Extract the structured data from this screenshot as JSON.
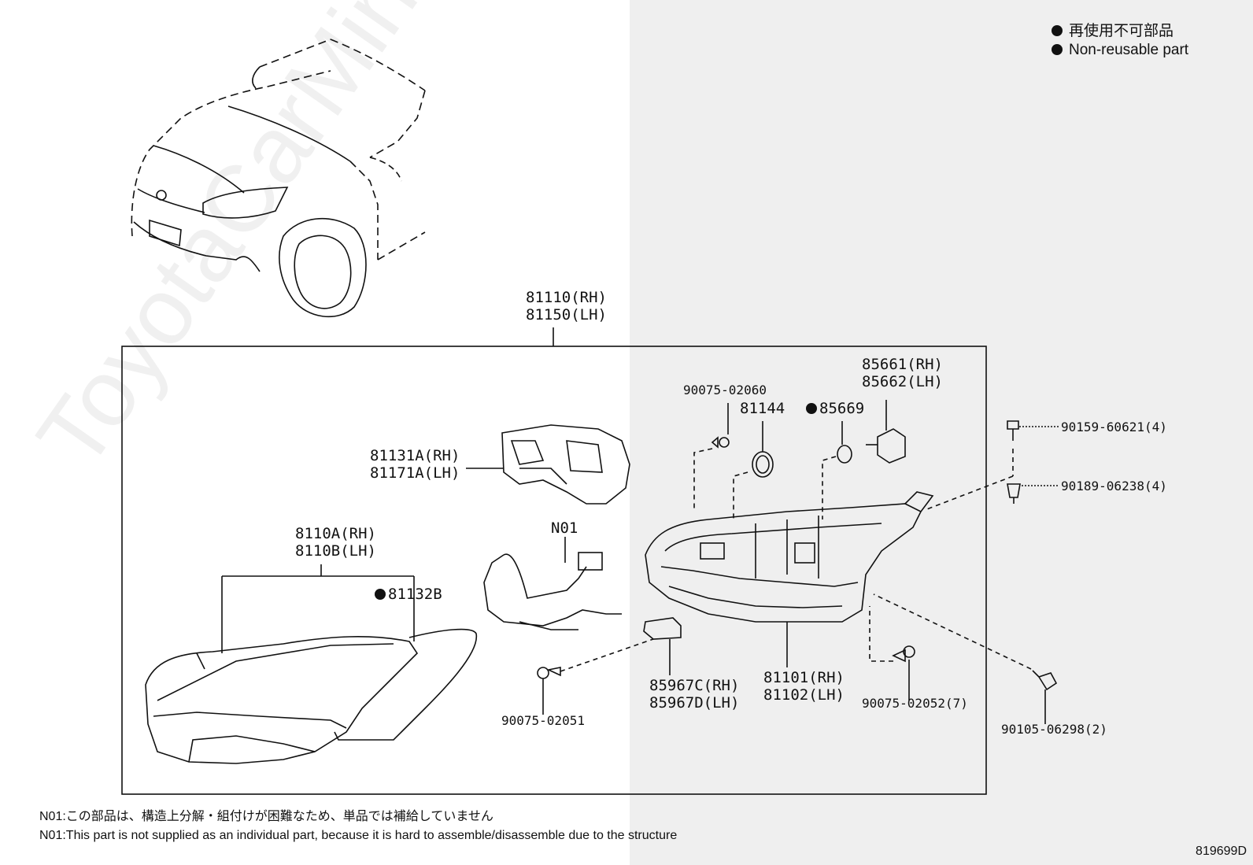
{
  "legend": {
    "line1": "再使用不可部品",
    "line2": "Non-reusable part"
  },
  "labels": {
    "assembly_rh": "81110(RH)",
    "assembly_lh": "81150(LH)",
    "housing_rh": "81131A(RH)",
    "housing_lh": "81171A(LH)",
    "lens_rh": "8110A(RH)",
    "lens_lh": "8110B(LH)",
    "gasket": "81132B",
    "wire": "N01",
    "screw_top": "90075-02060",
    "cap": "81144",
    "oring": "85669",
    "socket_rh": "85661(RH)",
    "socket_lh": "85662(LH)",
    "bolt_top": "90159-60621(4)",
    "nut_clip": "90189-06238(4)",
    "body_rh": "81101(RH)",
    "body_lh": "81102(LH)",
    "screw_mid": "90075-02052(7)",
    "bolt_side": "90105-06298(2)",
    "module_rh": "85967C(RH)",
    "module_lh": "85967D(LH)",
    "screw_left": "90075-02051"
  },
  "notes": {
    "jp": "N01:この部品は、構造上分解・組付けが困難なため、単品では補給していません",
    "en": "N01:This part is not supplied as an individual part, because it is hard to assemble/disassemble due to the structure"
  },
  "drawing_number": "819699D",
  "watermark": "ToyotaCarMine.ru"
}
